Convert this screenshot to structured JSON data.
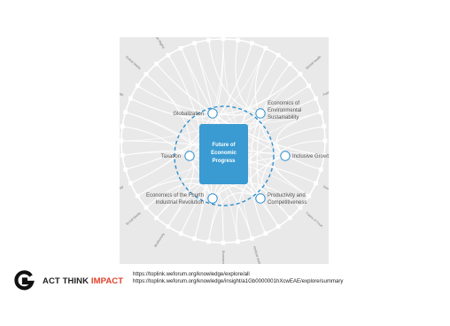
{
  "figure": {
    "center": {
      "lines": [
        "Future of",
        "Economic",
        "Progress"
      ]
    },
    "nodes": [
      {
        "id": "globalization",
        "lines": [
          "Globalization"
        ]
      },
      {
        "id": "environmental",
        "lines": [
          "Economics of",
          "Environmental",
          "Sustainability"
        ]
      },
      {
        "id": "taxation",
        "lines": [
          "Taxation"
        ]
      },
      {
        "id": "inclusive",
        "lines": [
          "Inclusive Growth"
        ]
      },
      {
        "id": "fourth-revolution",
        "lines": [
          "Economics of the Fourth",
          "Industrial Revolution"
        ]
      },
      {
        "id": "productivity",
        "lines": [
          "Productivity and",
          "Competitiveness"
        ]
      }
    ],
    "ring_labels": [
      "Global Health",
      "Public Finance and Social Protection",
      "Gender Parity",
      "Corruption",
      "Social Innovation",
      "Future of Food",
      "Biodiversity",
      "Social Media",
      "Information Technology",
      "Cybersecurity",
      "Digital Communications",
      "Internet of Things",
      "Global Media",
      "Human Rights",
      "Artificial Intelligence and Robotics",
      "Economic Growth"
    ]
  },
  "logo": {
    "word1": "ACT THINK",
    "word2": "IMPACT",
    "icon": "g-mark-icon"
  },
  "sources": [
    "https://toplink.weforum.org/knowledge/explore/all",
    "https://toplink.weforum.org/knowledge/insight/a1Gb0000001hXcwEAE/explore/summary"
  ],
  "colors": {
    "figure_bg": "#e9e9e9",
    "center_box": "#3a9bd2",
    "dashed_ring": "#2f8fd0",
    "node_stroke": "#2f8fd0",
    "logo_accent": "#e0402a"
  }
}
